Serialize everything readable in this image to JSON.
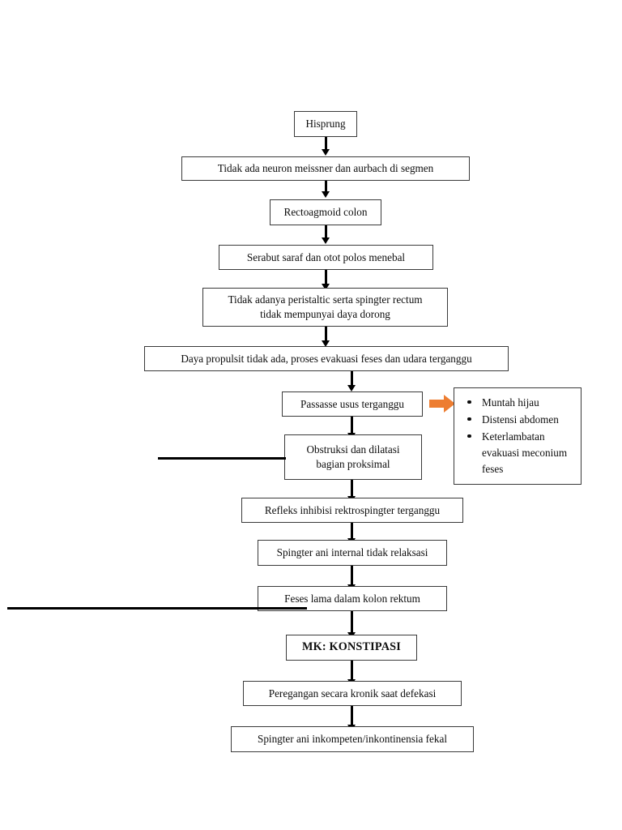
{
  "diagram": {
    "title": "Pathway Hisprung (Hirschsprung) - Konstipasi",
    "type": "flowchart",
    "orientation": "top-to-bottom",
    "accent_color": "#ed7d31",
    "line_color": "#000000",
    "box_border_color": "#3a3a3a",
    "background": "#ffffff"
  },
  "nodes": [
    {
      "id": "n1",
      "label": "Hisprung"
    },
    {
      "id": "n2",
      "label": "Tidak ada neuron meissner dan aurbach di segmen"
    },
    {
      "id": "n3",
      "label": "Rectoagmoid colon"
    },
    {
      "id": "n4",
      "label": "Serabut saraf dan otot polos menebal"
    },
    {
      "id": "n5",
      "label": "Tidak adanya peristaltic serta spingter rectum\ntidak mempunyai daya dorong"
    },
    {
      "id": "n6",
      "label": "Daya propulsit tidak ada, proses evakuasi feses dan udara terganggu"
    },
    {
      "id": "n7",
      "label": "Passasse usus terganggu"
    },
    {
      "id": "n8",
      "label": "Obstruksi dan dilatasi\nbagian proksimal"
    },
    {
      "id": "n9",
      "label": "Refleks inhibisi rektrospingter terganggu"
    },
    {
      "id": "n10",
      "label": "Spingter ani internal tidak relaksasi"
    },
    {
      "id": "n11",
      "label": "Feses lama dalam kolon rektum"
    },
    {
      "id": "n12",
      "label": "MK: KONSTIPASI"
    },
    {
      "id": "n13",
      "label": "Peregangan secara kronik saat defekasi"
    },
    {
      "id": "n14",
      "label": "Spingter ani inkompeten/inkontinensia fekal"
    }
  ],
  "side_box": {
    "items": [
      "Muntah hijau",
      "Distensi abdomen",
      "Keterlambatan evakuasi meconium feses"
    ]
  }
}
